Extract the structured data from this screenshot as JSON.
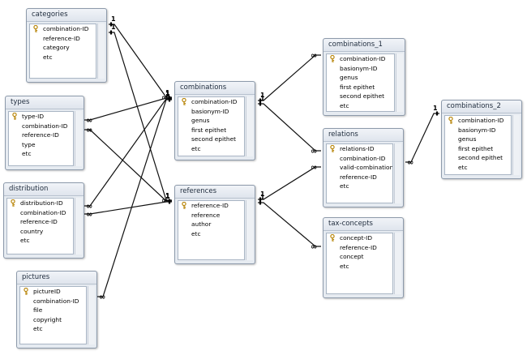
{
  "tables": [
    {
      "id": "categories",
      "title": "categories",
      "fields": [
        {
          "name": "combination-ID",
          "key": true
        },
        {
          "name": "reference-ID"
        },
        {
          "name": "category"
        },
        {
          "name": "etc"
        }
      ]
    },
    {
      "id": "types",
      "title": "types",
      "fields": [
        {
          "name": "type-ID",
          "key": true
        },
        {
          "name": "combination-ID"
        },
        {
          "name": "reference-ID"
        },
        {
          "name": "type"
        },
        {
          "name": "etc"
        }
      ]
    },
    {
      "id": "distribution",
      "title": "distribution",
      "fields": [
        {
          "name": "distribution-ID",
          "key": true
        },
        {
          "name": "combination-ID"
        },
        {
          "name": "reference-ID"
        },
        {
          "name": "country"
        },
        {
          "name": "etc"
        }
      ]
    },
    {
      "id": "pictures",
      "title": "pictures",
      "fields": [
        {
          "name": "pictureID",
          "key": true
        },
        {
          "name": "combination-ID"
        },
        {
          "name": "file"
        },
        {
          "name": "copyright"
        },
        {
          "name": "etc"
        }
      ]
    },
    {
      "id": "combinations",
      "title": "combinations",
      "fields": [
        {
          "name": "combination-ID",
          "key": true
        },
        {
          "name": "basionym-ID"
        },
        {
          "name": "genus"
        },
        {
          "name": "first epithet"
        },
        {
          "name": "second epithet"
        },
        {
          "name": "etc"
        }
      ]
    },
    {
      "id": "references",
      "title": "references",
      "fields": [
        {
          "name": "reference-ID",
          "key": true
        },
        {
          "name": "reference"
        },
        {
          "name": "author"
        },
        {
          "name": "etc"
        }
      ]
    },
    {
      "id": "combinations_1",
      "title": "combinations_1",
      "fields": [
        {
          "name": "combination-ID",
          "key": true
        },
        {
          "name": "basionym-ID"
        },
        {
          "name": "genus"
        },
        {
          "name": "first epithet"
        },
        {
          "name": "second epithet"
        },
        {
          "name": "etc"
        }
      ]
    },
    {
      "id": "relations",
      "title": "relations",
      "fields": [
        {
          "name": "relations-ID",
          "key": true
        },
        {
          "name": "combination-ID"
        },
        {
          "name": "valid-combination-"
        },
        {
          "name": "reference-ID"
        },
        {
          "name": "etc"
        }
      ]
    },
    {
      "id": "tax_concepts",
      "title": "tax-concepts",
      "fields": [
        {
          "name": "concept-ID",
          "key": true
        },
        {
          "name": "reference-ID"
        },
        {
          "name": "concept"
        },
        {
          "name": "etc"
        }
      ]
    },
    {
      "id": "combinations_2",
      "title": "combinations_2",
      "fields": [
        {
          "name": "combination-ID",
          "key": true
        },
        {
          "name": "basionym-ID"
        },
        {
          "name": "genus"
        },
        {
          "name": "first epithet"
        },
        {
          "name": "second epithet"
        },
        {
          "name": "etc"
        }
      ]
    }
  ],
  "relationships": [
    {
      "id": "categories-combinations",
      "one_label": "1",
      "many_label": "∞"
    },
    {
      "id": "categories-references",
      "one_label": "1",
      "many_label": "∞"
    },
    {
      "id": "types-combinations",
      "one_label": "1",
      "many_label": "∞"
    },
    {
      "id": "types-references",
      "one_label": "1",
      "many_label": "∞"
    },
    {
      "id": "distribution-combinations",
      "one_label": "1",
      "many_label": "∞"
    },
    {
      "id": "distribution-references",
      "one_label": "1",
      "many_label": "∞"
    },
    {
      "id": "pictures-combinations",
      "one_label": "1",
      "many_label": "∞"
    },
    {
      "id": "combinations-combinations_1",
      "one_label": "1",
      "many_label": "∞"
    },
    {
      "id": "combinations-relations",
      "one_label": "1",
      "many_label": "∞"
    },
    {
      "id": "references-relations",
      "one_label": "1",
      "many_label": "∞"
    },
    {
      "id": "references-tax_concepts",
      "one_label": "1",
      "many_label": "∞"
    },
    {
      "id": "relations-combinations_2",
      "one_label": "1",
      "many_label": "∞"
    }
  ]
}
